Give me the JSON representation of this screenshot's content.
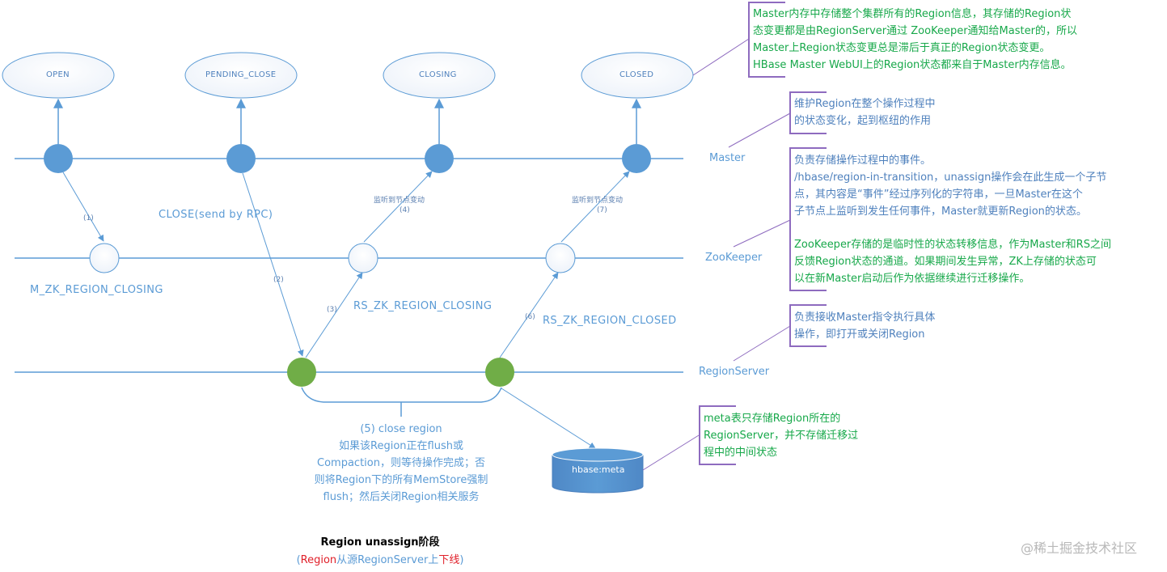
{
  "diagram": {
    "title": "Region unassign阶段",
    "subtitle_parts": {
      "open_paren": "(",
      "red_1": "Region",
      "blue_1": "从源RegionServer上",
      "red_2": "下线",
      "close_paren": ")"
    },
    "lanes": {
      "master": "Master",
      "zookeeper": "ZooKeeper",
      "regionserver": "RegionServer"
    },
    "states": [
      "OPEN",
      "PENDING_CLOSE",
      "CLOSING",
      "CLOSED"
    ],
    "zk_states": {
      "m_zk_closing": "M_ZK_REGION_CLOSING",
      "rs_zk_closing": "RS_ZK_REGION_CLOSING",
      "rs_zk_closed": "RS_ZK_REGION_CLOSED"
    },
    "edges": {
      "step1": "(1)",
      "step2": "(2)",
      "step3": "(3)",
      "step4": "(4)",
      "step6": "(6)",
      "step7": "(7)",
      "close_rpc": "CLOSE(send by RPC)",
      "watch_change_4": "监听到节点变动",
      "watch_change_7": "监听到节点变动"
    },
    "close_region_note": [
      "(5) close region",
      "如果该Region正在flush或",
      "Compaction，则等待操作完成；否",
      "则将Region下的所有MemStore强制",
      "flush；然后关闭Region相关服务"
    ],
    "meta_table": "hbase:meta",
    "notes": {
      "master_memory": [
        "Master内存中存储整个集群所有的Region信息，其存储的Region状",
        "态变更都是由RegionServer通过 ZooKeeper通知给Master的，所以",
        "Master上Region状态变更总是滞后于真正的Region状态变更。",
        "HBase Master WebUI上的Region状态都来自于Master内存信息。"
      ],
      "master_role": [
        "维护Region在整个操作过程中",
        "的状态变化，起到枢纽的作用"
      ],
      "zk_role_blue": [
        "负责存储操作过程中的事件。",
        "/hbase/region-in-transition，unassign操作会在此生成一个子节",
        "点，其内容是“事件”经过序列化的字符串，一旦Master在这个",
        "子节点上监听到发生任何事件，Master就更新Region的状态。"
      ],
      "zk_role_green": [
        "ZooKeeper存储的是临时性的状态转移信息，作为Master和RS之间",
        "反馈Region状态的通道。如果期间发生异常，ZK上存储的状态可",
        "以在新Master启动后作为依据继续进行迁移操作。"
      ],
      "rs_role": [
        "负责接收Master指令执行具体",
        "操作，即打开或关闭Region"
      ],
      "meta_note": [
        "meta表只存储Region所在的",
        "RegionServer，并不存储迁移过",
        "程中的中间状态"
      ]
    },
    "watermark": "@稀土掘金技术社区",
    "colors": {
      "master_node": "#5b9bd5",
      "rs_node": "#70ad47",
      "line": "#5b9bd5",
      "callout": "#8e6bbf",
      "green_note": "#17a84a",
      "red_text": "#e0202a"
    }
  }
}
